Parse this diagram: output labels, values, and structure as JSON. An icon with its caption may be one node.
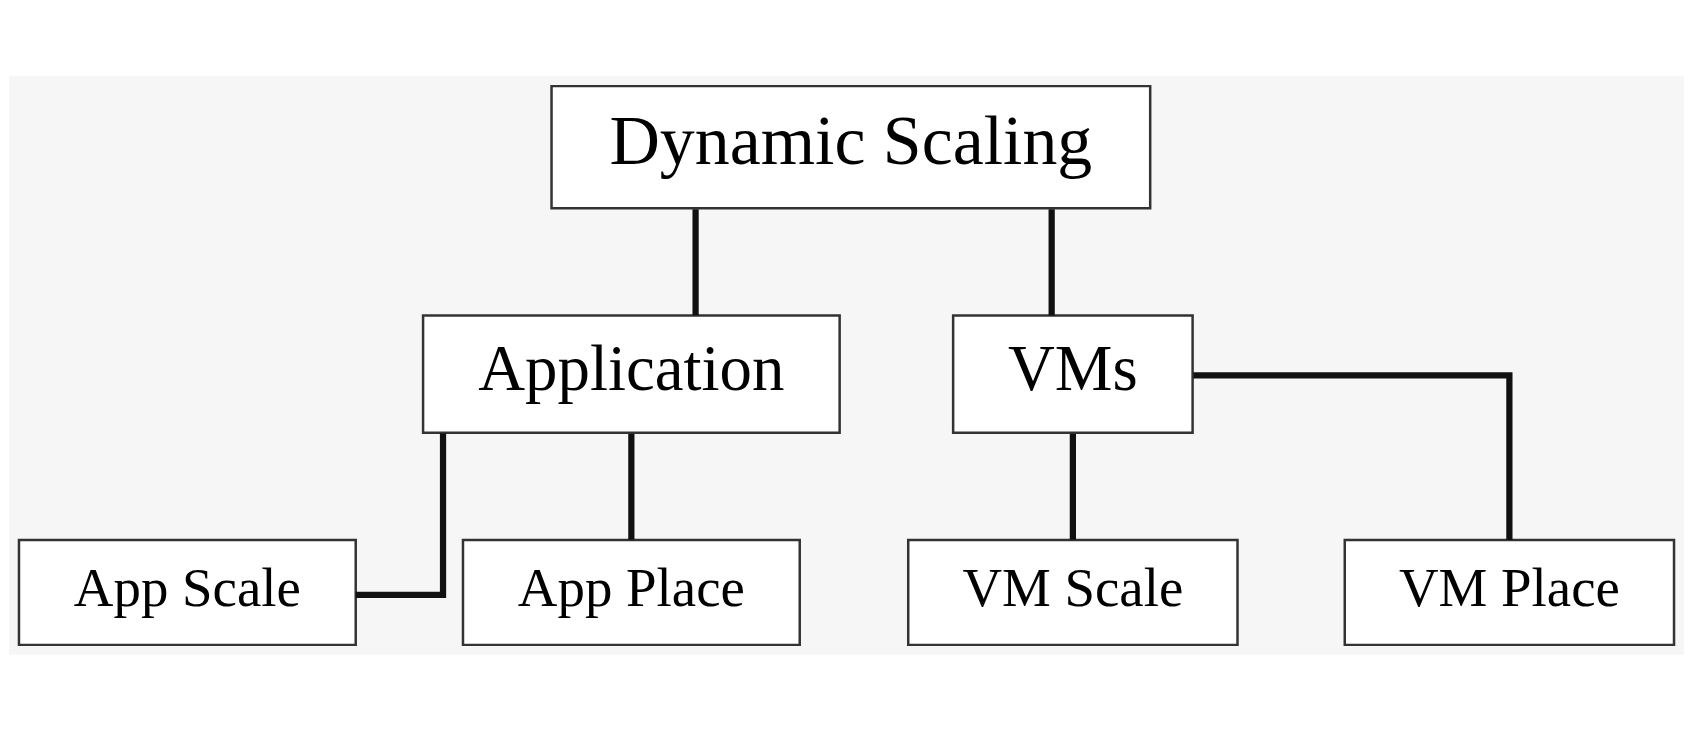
{
  "diagram": {
    "nodes": [
      {
        "text": [
          "Dynamic Scaling"
        ]
      },
      {
        "text": [
          "Application"
        ]
      },
      {
        "text": [
          "VMs"
        ]
      },
      {
        "text": [
          "App Scale"
        ]
      },
      {
        "text": [
          "App Place"
        ]
      },
      {
        "text": [
          "VM Scale"
        ]
      },
      {
        "text": [
          "VM Place"
        ]
      }
    ],
    "edges": [
      {
        "from": 0,
        "to": 1,
        "arrow": "none"
      },
      {
        "from": 0,
        "to": 2,
        "arrow": "none"
      },
      {
        "from": 1,
        "to": 3,
        "arrow": "none"
      },
      {
        "from": 1,
        "to": 4,
        "arrow": "none"
      },
      {
        "from": 2,
        "to": 5,
        "arrow": "none"
      },
      {
        "from": 2,
        "to": 6,
        "arrow": "none"
      }
    ]
  }
}
